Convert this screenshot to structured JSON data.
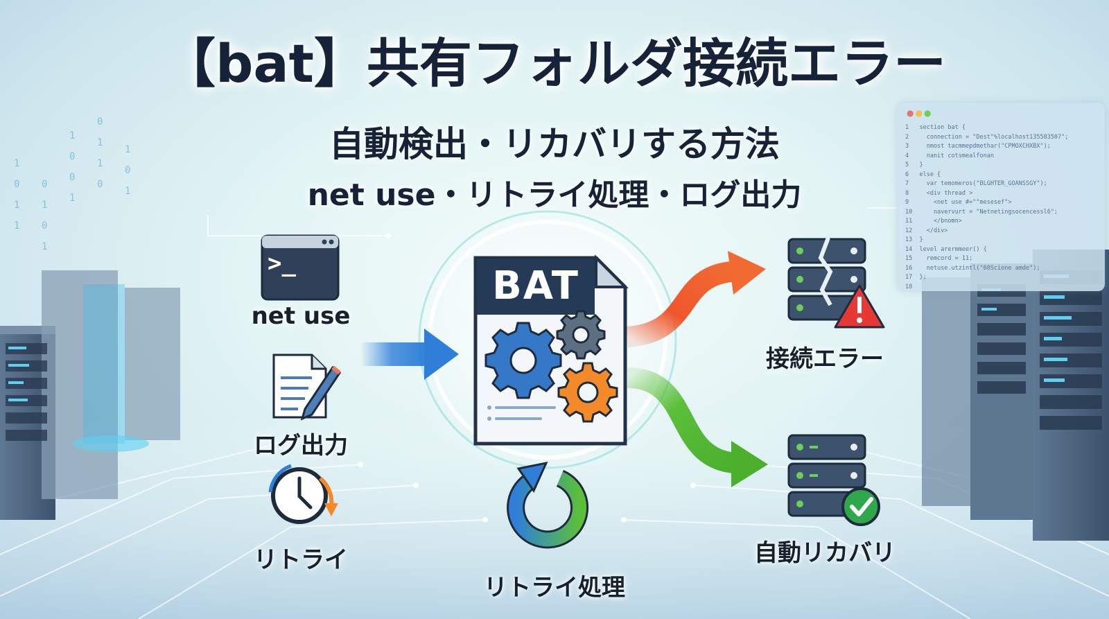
{
  "title": "【bat】共有フォルダ接続エラー",
  "subtitle": "自動検出・リカバリする方法",
  "subline": "net use・リトライ処理・ログ出力",
  "labels": {
    "net_use": "net use",
    "log_output": "ログ出力",
    "retry": "リトライ",
    "retry_process": "リトライ処理",
    "connection_error": "接続エラー",
    "auto_recovery": "自動リカバリ"
  },
  "bat_file_label": "BAT",
  "terminal_prompt": ">_",
  "code_panel": {
    "dots": "●●●",
    "lines": [
      "1   section bat {",
      "2     connection = \"Dest\"%localhost135583507\";",
      "3     nmost tacmmepdmethar(\"CPMOXCHXBX\");",
      "4     nanit cotsmealfonan",
      "5   }",
      "6   else {",
      "7     var temomeros(\"BLGHTER_GOANSSGY\");",
      "8     <div thread >",
      "9       <net use #=\"\"mesesef\">",
      "10      navervurt = \"Netnetingsocencessl6\";",
      "11      </bnomn>",
      "12    </div>",
      "13  }",
      "14  level arermmeer() {",
      "15    remcord = 11;",
      "16    netuse.utzintl(\"60Scione amde\");",
      "17  };",
      "18"
    ]
  },
  "colors": {
    "blue_arrow": "#2f7fd9",
    "orange_arrow": "#f0562d",
    "green_arrow": "#5cbf3a",
    "gear_blue": "#3578c8",
    "gear_orange": "#f28a2a",
    "gear_gray": "#5d6f82",
    "error_red": "#e53935",
    "success_green": "#2ea84a",
    "dark_navy": "#253a57"
  },
  "icons": [
    "terminal-icon",
    "log-file-icon",
    "clock-retry-icon",
    "bat-file-icon",
    "gear-icon",
    "retry-cycle-icon",
    "broken-server-icon",
    "warning-icon",
    "server-icon",
    "check-icon"
  ]
}
